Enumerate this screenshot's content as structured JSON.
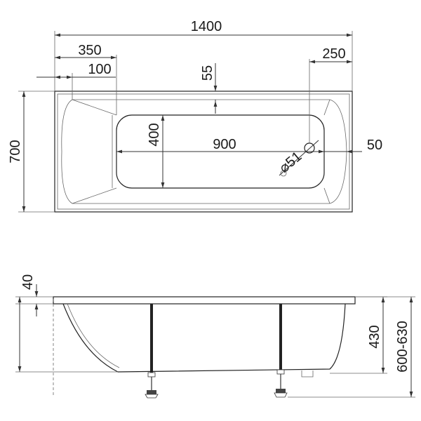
{
  "dimensions": {
    "top": {
      "overall_length": "1400",
      "head_end": "350",
      "rim_offset": "100",
      "rim_top": "55",
      "drain_offset": "250",
      "overall_width": "700",
      "inner_width": "400",
      "inner_length": "900",
      "drain_diameter": "⌀51",
      "rim_right": "50"
    },
    "side": {
      "rim_thickness": "40",
      "depth": "430",
      "total_height": "600-630"
    }
  }
}
